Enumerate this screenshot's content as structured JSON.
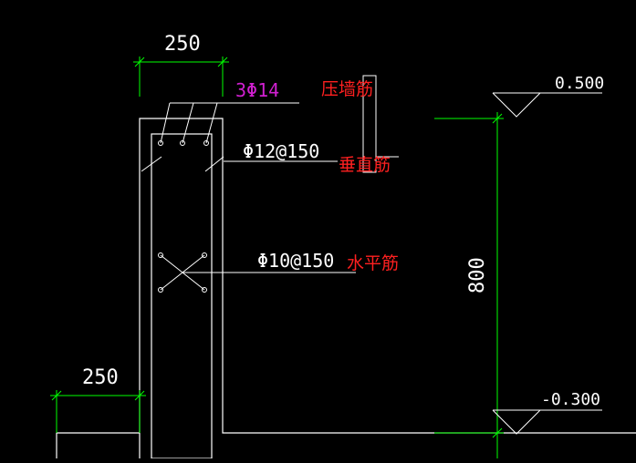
{
  "drawing": {
    "dim_top_width": "250",
    "dim_bottom_width": "250",
    "dim_height": "800",
    "elev_top": "0.500",
    "elev_bottom": "-0.300",
    "rebar_top": "3Φ14",
    "label_top": "压墙筋",
    "rebar_vertical": "Φ12@150",
    "label_vertical": "垂直筋",
    "rebar_horizontal": "Φ10@150",
    "label_horizontal": "水平筋"
  },
  "colors": {
    "background": "#000000",
    "outline": "#ffffff",
    "dimension": "#00ff00",
    "label": "#ff2020",
    "magenta": "#d020d0"
  }
}
